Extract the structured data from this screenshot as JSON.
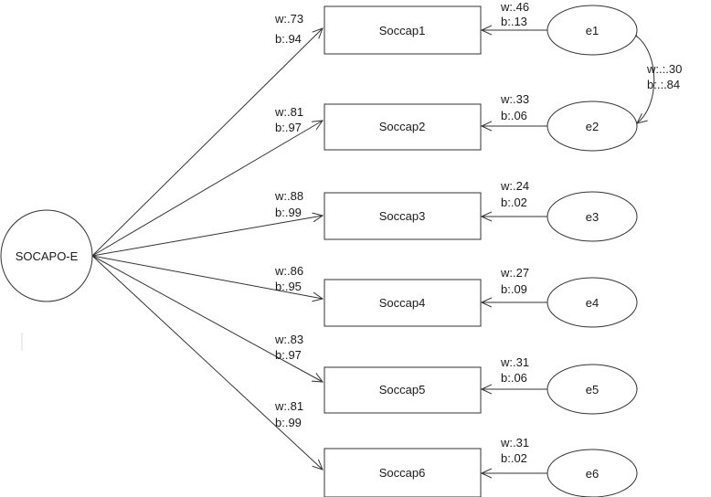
{
  "latent": {
    "label": "SOCAPO-E"
  },
  "indicators": [
    {
      "label": "Soccap1",
      "loading": {
        "w": "w:.73",
        "b": "b:.94"
      },
      "error": {
        "label": "e1",
        "w": "w:.46",
        "b": "b:.13"
      }
    },
    {
      "label": "Soccap2",
      "loading": {
        "w": "w:.81",
        "b": "b:.97"
      },
      "error": {
        "label": "e2",
        "w": "w:.33",
        "b": "b:.06"
      }
    },
    {
      "label": "Soccap3",
      "loading": {
        "w": "w:.88",
        "b": "b:.99"
      },
      "error": {
        "label": "e3",
        "w": "w:.24",
        "b": "b:.02"
      }
    },
    {
      "label": "Soccap4",
      "loading": {
        "w": "w:.86",
        "b": "b:.95"
      },
      "error": {
        "label": "e4",
        "w": "w:.27",
        "b": "b:.09"
      }
    },
    {
      "label": "Soccap5",
      "loading": {
        "w": "w:.83",
        "b": "b:.97"
      },
      "error": {
        "label": "e5",
        "w": "w:.31",
        "b": "b:.06"
      }
    },
    {
      "label": "Soccap6",
      "loading": {
        "w": "w:.81",
        "b": "b:.99"
      },
      "error": {
        "label": "e6",
        "w": "w:.31",
        "b": "b:.02"
      }
    }
  ],
  "covariance": {
    "between": [
      "e1",
      "e2"
    ],
    "w": "w:.:.30",
    "b": "b:.:.84"
  }
}
